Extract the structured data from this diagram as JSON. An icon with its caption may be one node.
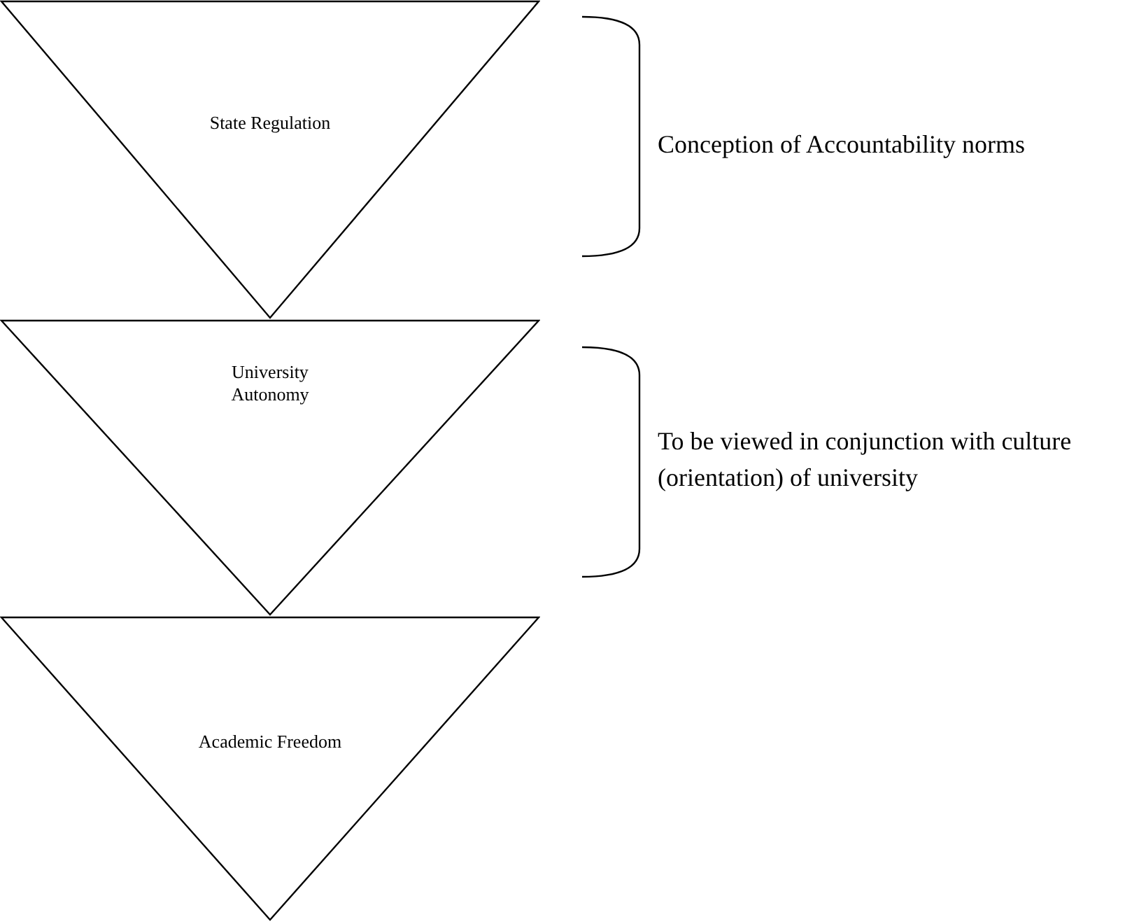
{
  "diagram": {
    "nodes": [
      {
        "text": [
          "State Regulation"
        ]
      },
      {
        "text": [
          "University Autonomy"
        ]
      },
      {
        "text": [
          "Academic Freedom"
        ]
      }
    ],
    "labels": [
      "Conception of Accountability norms",
      "To be viewed in conjunction with culture (orientation) of university"
    ]
  }
}
